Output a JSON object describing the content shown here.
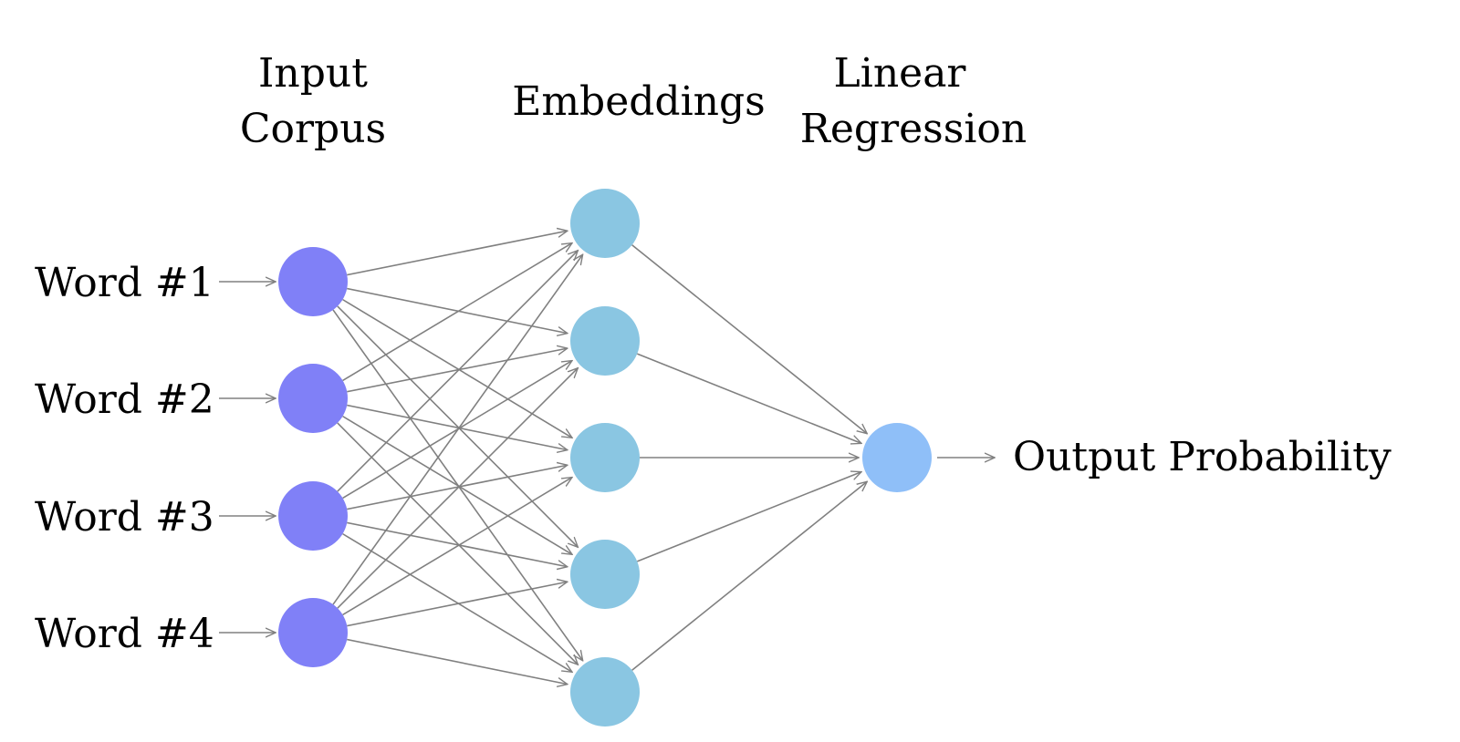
{
  "headers": {
    "input_line1": "Input",
    "input_line2": "Corpus",
    "embeddings": "Embeddings",
    "linear_line1": "Linear",
    "linear_line2": "Regression"
  },
  "inputs": [
    "Word #1",
    "Word #2",
    "Word #3",
    "Word #4"
  ],
  "output_label": "Output Probability",
  "layers": {
    "input_count": 4,
    "hidden_count": 5,
    "output_count": 1
  },
  "colors": {
    "input_node": "#8080f7",
    "hidden_node": "#8ac6e2",
    "output_node": "#8fbff8",
    "edge": "#808080"
  }
}
